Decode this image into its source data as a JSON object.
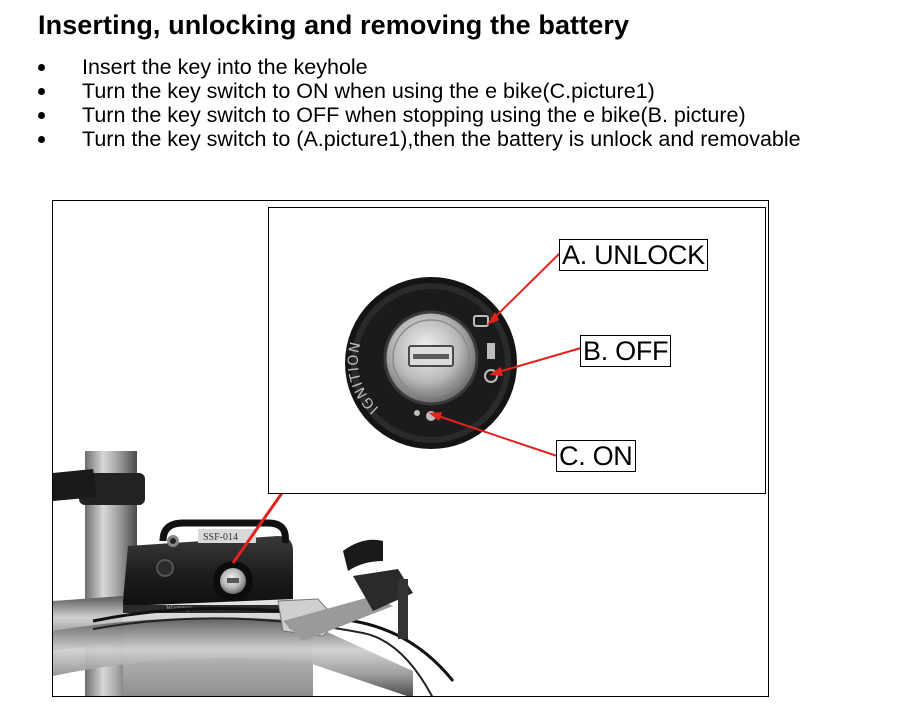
{
  "heading": "Inserting, unlocking and removing the battery",
  "bullets": [
    "Insert the key into the keyhole",
    "Turn the key switch to ON when using the e bike(C.picture1)",
    "Turn the key switch to OFF when stopping using the e bike(B. picture)",
    "Turn the key switch to (A.picture1),then the battery is unlock and removable"
  ],
  "figure": {
    "callouts": {
      "unlock": "A. UNLOCK",
      "off": "B. OFF",
      "on": "C. ON"
    },
    "lock_ring_text": "IGNITION",
    "battery_label": "SSF-014",
    "battery_brand": "Warnings",
    "colors": {
      "arrow": "#e2231a",
      "frame": "#000000"
    }
  }
}
